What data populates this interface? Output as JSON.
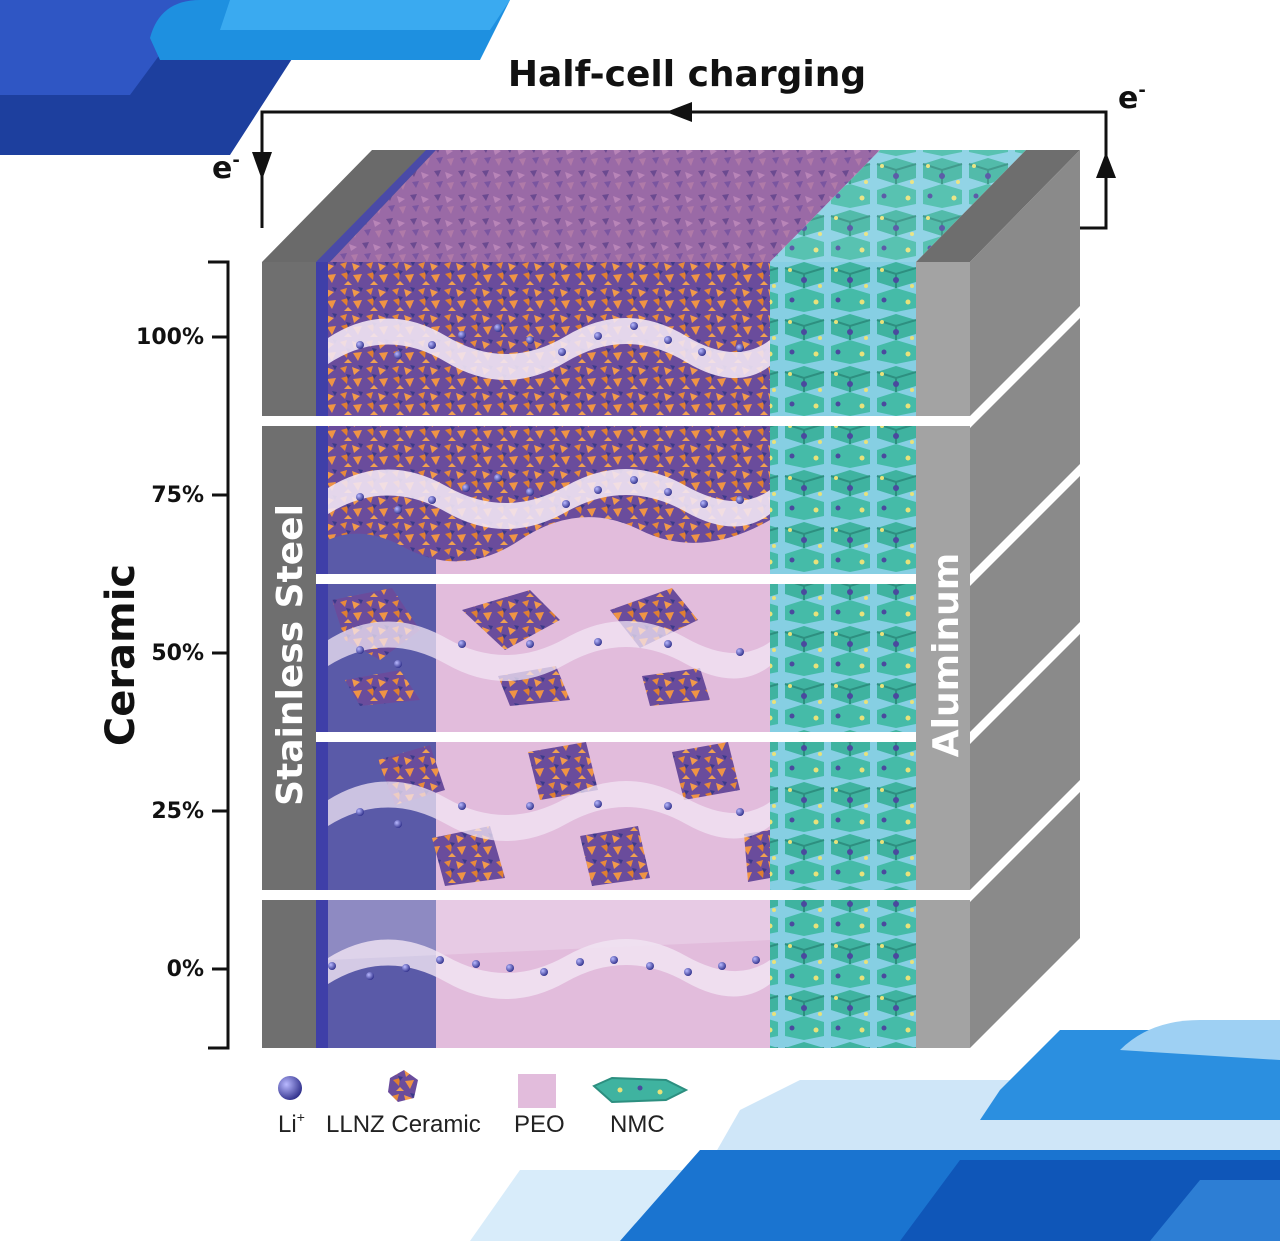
{
  "title": "Half-cell charging",
  "electron": {
    "base": "e",
    "sup": "-"
  },
  "axis_label": "Ceramic",
  "levels": [
    "100%",
    "75%",
    "50%",
    "25%",
    "0%"
  ],
  "current_collectors": {
    "left": "Stainless Steel",
    "right": "Aluminum"
  },
  "legend": [
    {
      "label_main": "Li",
      "label_sup": "+",
      "icon": "li-ion-icon"
    },
    {
      "label_main": "LLNZ Ceramic",
      "icon": "ceramic-particle-icon"
    },
    {
      "label_main": "PEO",
      "icon": "peo-swatch-icon"
    },
    {
      "label_main": "NMC",
      "icon": "nmc-crystal-icon"
    }
  ],
  "colors": {
    "steel": "#7a7a7a",
    "steel_dark": "#5e5e5e",
    "aluminum": "#9b9b9b",
    "lithium_metal": "#4a4a9e",
    "peo": "#e2bcdc",
    "ceramic_orange": "#e88a3a",
    "ceramic_purple": "#5a4fa0",
    "nmc_teal": "#3fb3a0",
    "electrolyte_light": "#8fd3e8",
    "brand_blue": "#1a4fb4"
  }
}
